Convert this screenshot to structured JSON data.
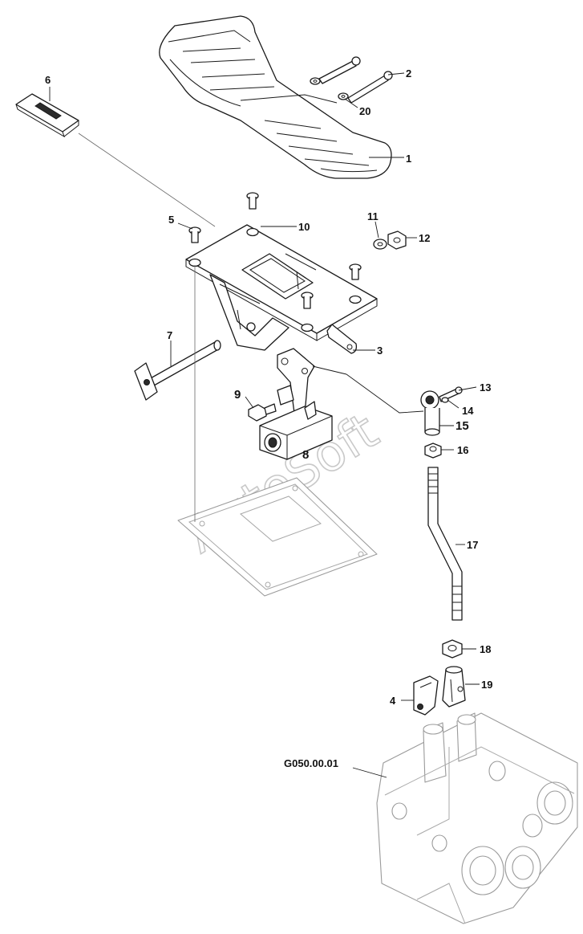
{
  "callouts": {
    "c1": "1",
    "c2": "2",
    "c3": "3",
    "c4": "4",
    "c5": "5",
    "c6": "6",
    "c7": "7",
    "c8": "8",
    "c9": "9",
    "c10": "10",
    "c11": "11",
    "c12": "12",
    "c13": "13",
    "c14": "14",
    "c15": "15",
    "c16": "16",
    "c17": "17",
    "c18": "18",
    "c19": "19",
    "c20": "20"
  },
  "reference_label": "G050.00.01",
  "watermark": "AutoSoft"
}
